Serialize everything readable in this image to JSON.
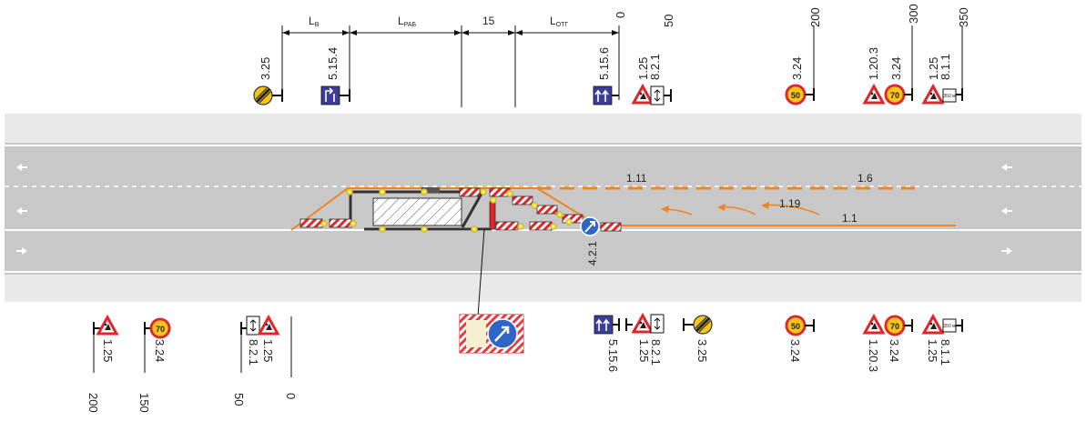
{
  "dimensions": {
    "lv": "L",
    "lv_sub": "В",
    "lrab": "L",
    "lrab_sub": "РАБ",
    "fifteen": "15",
    "lotg": "L",
    "lotg_sub": "ОТГ",
    "zero": "0",
    "fifty": "50"
  },
  "top_signs": {
    "s325": "3.25",
    "s5154": "5.15.4",
    "s5156": "5.15.6",
    "s125": "1.25",
    "s821": "8.2.1",
    "s324": "3.24",
    "d200": "200",
    "s1203": "1.20.3",
    "s324b": "3.24",
    "d300": "300",
    "s125b": "1.25",
    "s811": "8.1.1",
    "d350": "350"
  },
  "bottom_signs": {
    "s125": "1.25",
    "d200": "200",
    "s324": "3.24",
    "d150": "150",
    "s821": "8.2.1",
    "s125b": "1.25",
    "d50": "50",
    "d0": "0",
    "s5156": "5.15.6",
    "s125c": "1.25",
    "s821b": "8.2.1",
    "s325": "3.25",
    "s324b": "3.24",
    "s1203": "1.20.3",
    "s324c": "3.24",
    "s125d": "1.25",
    "s811": "8.1.1"
  },
  "markings": {
    "m111": "1.11",
    "m16": "1.6",
    "m119": "1.19",
    "m11": "1.1",
    "s421": "4.2.1"
  },
  "speed": {
    "fifty": "50",
    "seventy": "70"
  },
  "plate": "350 м",
  "colors": {
    "road": "#c8c8c8",
    "shoulder": "#e9e9e9",
    "orange": "#f0841e",
    "red": "#e0262b",
    "blue": "#3c3c99",
    "sign_blue": "#2e66c8",
    "yellow": "#f5c518"
  }
}
